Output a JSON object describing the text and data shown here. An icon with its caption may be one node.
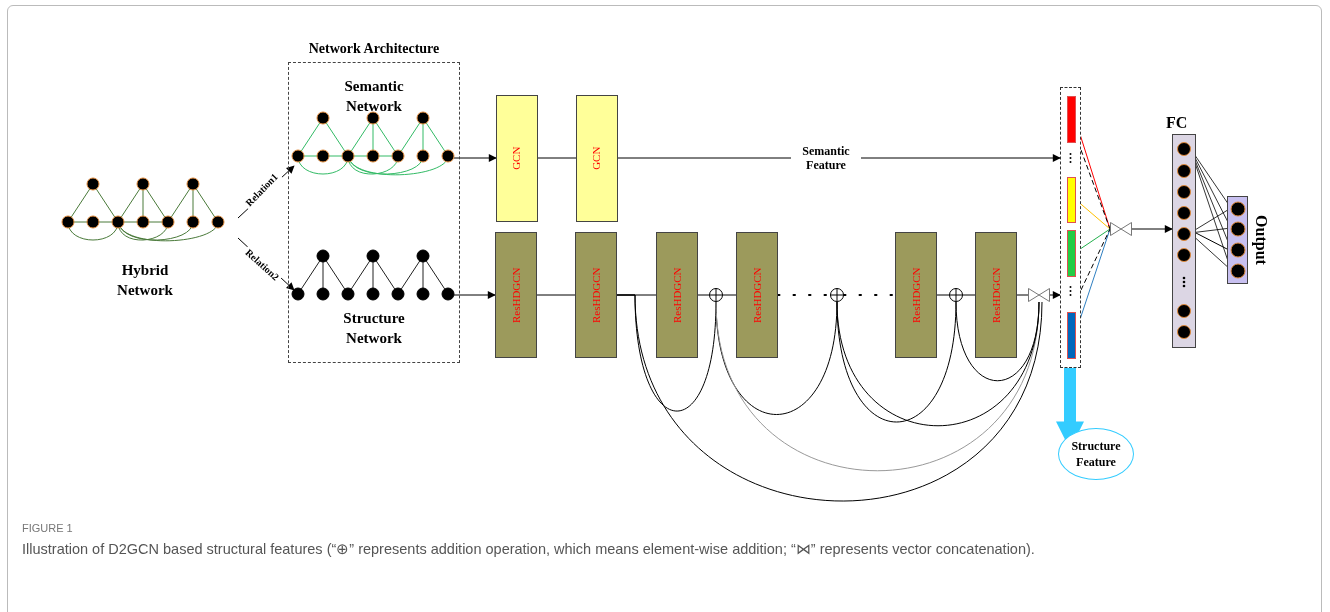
{
  "diagram": {
    "caption": "Illustration of D2GCN based structural features (“⊕” represents addition operation, which means element-wise addition; “⋈” represents vector concatenation).",
    "nodes": [
      {
        "text": [
          "Hybrid Network"
        ]
      },
      {
        "text": [
          "Network Architecture"
        ]
      },
      {
        "text": [
          "Semantic Network"
        ],
        "in": 1
      },
      {
        "text": [
          "Structure Network"
        ],
        "in": 1
      },
      {
        "text": [
          "GCN"
        ]
      },
      {
        "text": [
          "GCN"
        ]
      },
      {
        "text": [
          "ResHDGCN"
        ]
      },
      {
        "text": [
          "ResHDGCN"
        ]
      },
      {
        "text": [
          "ResHDGCN"
        ]
      },
      {
        "text": [
          "ResHDGCN"
        ]
      },
      {
        "text": [
          "ResHDGCN"
        ]
      },
      {
        "text": [
          "ResHDGCN"
        ]
      },
      {
        "text": [],
        "shape": "circle"
      },
      {
        "text": [],
        "shape": "circle"
      },
      {
        "text": [],
        "shape": "circle"
      },
      {
        "text": [],
        "shape": "bowtie"
      },
      {
        "text": [],
        "shape": "box"
      },
      {
        "text": [],
        "shape": "bar",
        "in": 16
      },
      {
        "text": [],
        "shape": "bar",
        "in": 16
      },
      {
        "text": [],
        "shape": "bar",
        "in": 16
      },
      {
        "text": [],
        "shape": "bar",
        "in": 16
      },
      {
        "text": [],
        "shape": "bowtie"
      },
      {
        "text": [
          "FC"
        ]
      },
      {
        "text": [
          "Output"
        ]
      },
      {
        "text": [
          "Structure Feature"
        ]
      }
    ],
    "edges": [
      {
        "from": 0,
        "to": 2,
        "arrow": "to",
        "label": "Relation1"
      },
      {
        "from": 0,
        "to": 3,
        "arrow": "to",
        "label": "Relation2"
      },
      {
        "from": 2,
        "to": 4,
        "arrow": "to"
      },
      {
        "from": 4,
        "to": 5,
        "arrow": "none"
      },
      {
        "from": 5,
        "to": 16,
        "arrow": "to",
        "label": "Semantic Feature"
      },
      {
        "from": 3,
        "to": 6,
        "arrow": "to"
      },
      {
        "from": 6,
        "to": 7,
        "arrow": "none"
      },
      {
        "from": 7,
        "to": 8,
        "arrow": "none"
      },
      {
        "from": 8,
        "to": 12,
        "arrow": "none"
      },
      {
        "from": 12,
        "to": 9,
        "arrow": "none"
      },
      {
        "from": 9,
        "to": 13,
        "arrow": "none",
        "style": "dashed"
      },
      {
        "from": 13,
        "to": 10,
        "arrow": "none",
        "style": "dashed"
      },
      {
        "from": 10,
        "to": 14,
        "arrow": "none"
      },
      {
        "from": 14,
        "to": 11,
        "arrow": "none"
      },
      {
        "from": 11,
        "to": 15,
        "arrow": "none"
      },
      {
        "from": 15,
        "to": 16,
        "arrow": "to"
      },
      {
        "from": 7,
        "to": 12,
        "arrow": "none"
      },
      {
        "from": 7,
        "to": 15,
        "arrow": "none"
      },
      {
        "from": 12,
        "to": 13,
        "arrow": "none"
      },
      {
        "from": 12,
        "to": 15,
        "arrow": "none",
        "color": "#999999"
      },
      {
        "from": 13,
        "to": 14,
        "arrow": "none"
      },
      {
        "from": 13,
        "to": 15,
        "arrow": "none"
      },
      {
        "from": 14,
        "to": 15,
        "arrow": "none"
      },
      {
        "from": 17,
        "to": 21,
        "arrow": "none",
        "color": "#ff0000"
      },
      {
        "from": 18,
        "to": 21,
        "arrow": "none",
        "color": "#ffc000"
      },
      {
        "from": 19,
        "to": 21,
        "arrow": "none",
        "color": "#22b04c"
      },
      {
        "from": 20,
        "to": 21,
        "arrow": "none",
        "color": "#2f7fc1"
      },
      {
        "from": 16,
        "to": 21,
        "arrow": "none",
        "style": "dashed"
      },
      {
        "from": 16,
        "to": 21,
        "arrow": "none",
        "style": "dashed"
      },
      {
        "from": 21,
        "to": 22,
        "arrow": "to"
      },
      {
        "from": 22,
        "to": 23,
        "arrow": "none"
      },
      {
        "from": 16,
        "to": 24,
        "arrow": "to",
        "style": "thick",
        "color": "#33ccff"
      }
    ],
    "labels": [
      "FIGURE 1"
    ]
  }
}
